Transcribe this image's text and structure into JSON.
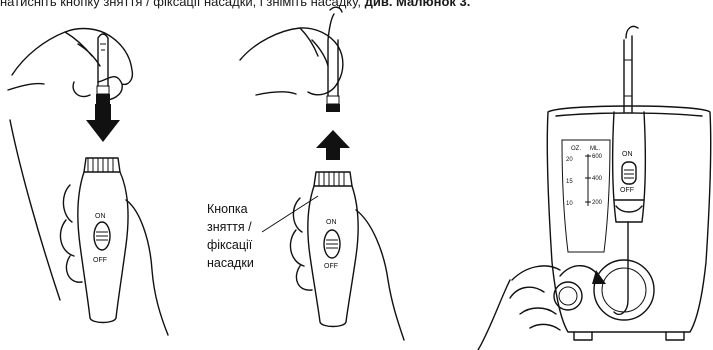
{
  "caption": {
    "text": "натисніть кнопку зняття / фіксації насадки, і зніміть насадку, ",
    "bold": "див. Малюнок 3."
  },
  "release_label": {
    "lines": [
      "Кнопка",
      "зняття /",
      "фіксації",
      "насадки"
    ]
  },
  "handle_switch": {
    "on": "ON",
    "off": "OFF"
  },
  "base_switch": {
    "on": "ON",
    "off": "OFF"
  },
  "reservoir_scale": {
    "header_oz": "OZ.",
    "header_ml": "ML.",
    "oz_marks": [
      "20",
      "15",
      "10"
    ],
    "ml_marks": [
      "600",
      "400",
      "200"
    ]
  },
  "icons": [
    "hand-holding-tip",
    "arrow-down",
    "arrow-up",
    "water-flosser-handle",
    "water-flosser-base",
    "rotation-arrow"
  ]
}
